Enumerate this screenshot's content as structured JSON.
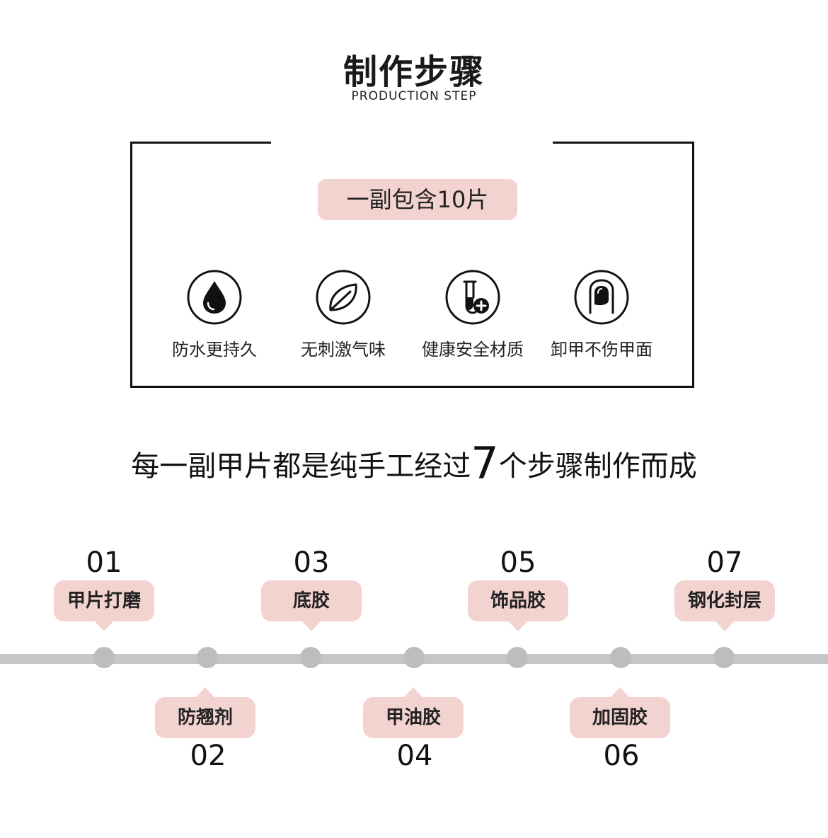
{
  "header": {
    "title": "制作步骤",
    "subtitle": "PRODUCTION STEP"
  },
  "pill": {
    "text": "一副包含10片"
  },
  "features": [
    {
      "label": "防水更持久",
      "icon": "water-drop-icon"
    },
    {
      "label": "无刺激气味",
      "icon": "leaf-icon"
    },
    {
      "label": "健康安全材质",
      "icon": "test-tube-plus-icon"
    },
    {
      "label": "卸甲不伤甲面",
      "icon": "nail-icon"
    }
  ],
  "headline": {
    "before": "每一副甲片都是纯手工经过",
    "number": "7",
    "after": "个步骤制作而成"
  },
  "steps": [
    {
      "num": "01",
      "label": "甲片打磨"
    },
    {
      "num": "02",
      "label": "防翘剂"
    },
    {
      "num": "03",
      "label": "底胶"
    },
    {
      "num": "04",
      "label": "甲油胶"
    },
    {
      "num": "05",
      "label": "饰品胶"
    },
    {
      "num": "06",
      "label": "加固胶"
    },
    {
      "num": "07",
      "label": "钢化封层"
    }
  ],
  "colors": {
    "pink": "#f3d3d0",
    "timeline": "#c6c6c6",
    "dot": "#bdbdbd",
    "text": "#1a1a1a"
  }
}
